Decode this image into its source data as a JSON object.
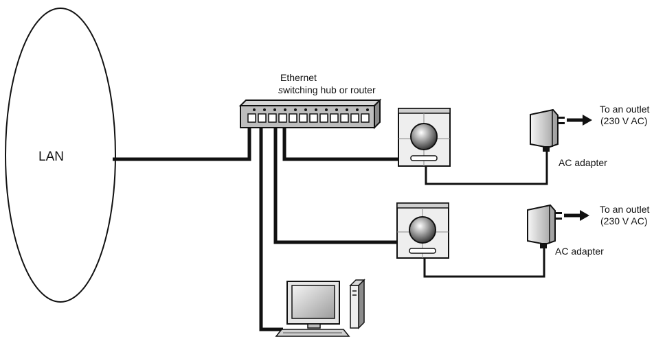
{
  "labels": {
    "lan": "LAN",
    "hub_line1": "Ethernet",
    "hub_line2_italic": "s",
    "hub_line2_rest": "witching hub or router",
    "outlet_line1": "To an outlet",
    "outlet_line2": "(230 V AC)",
    "adapter": "AC adapter"
  },
  "colors": {
    "line": "#111111",
    "hub_body": "#bdbdbd",
    "device_body": "#eeeeee",
    "lens": "#6e6e6e"
  },
  "icons": [
    "hub-icon",
    "camera-device-icon",
    "ac-adapter-icon",
    "computer-icon",
    "arrow-right-icon"
  ]
}
